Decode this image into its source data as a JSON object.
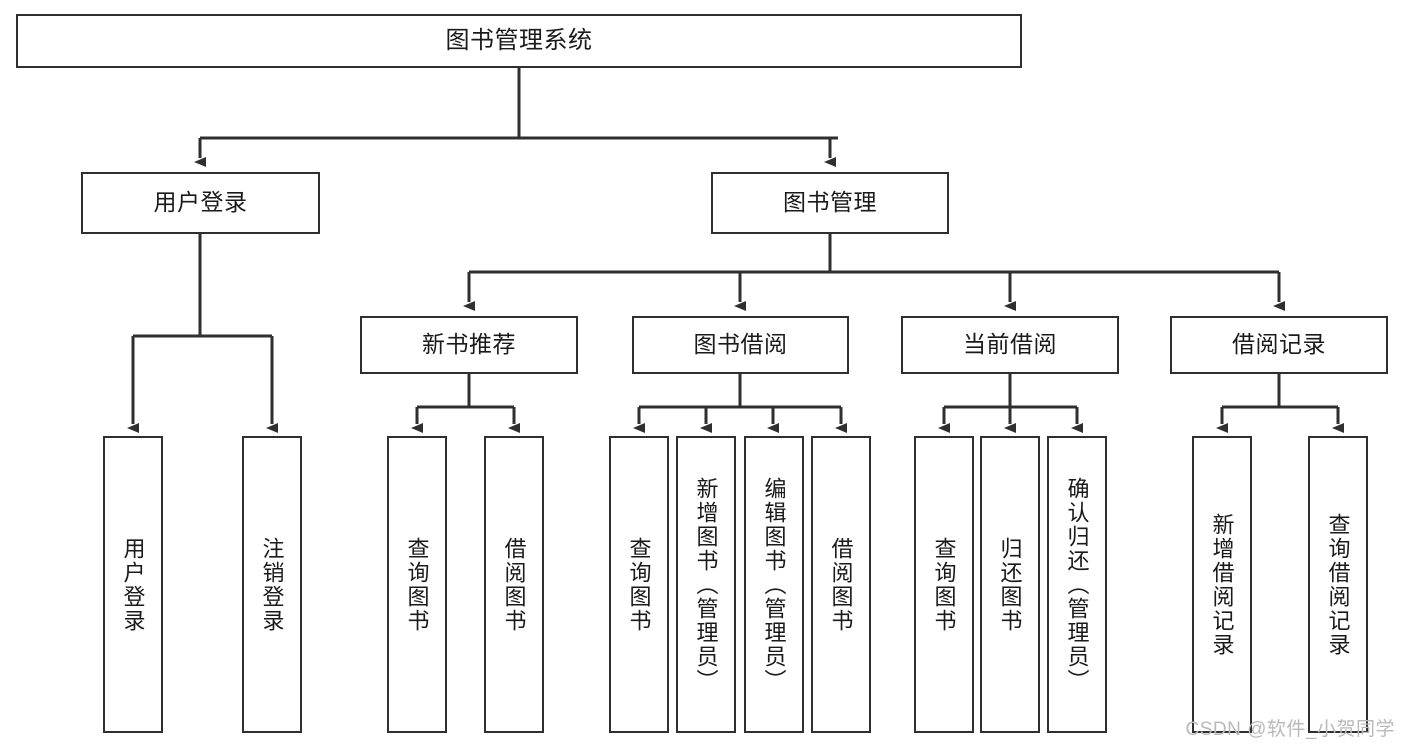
{
  "diagram": {
    "title": "图书管理系统",
    "type": "tree-hierarchy",
    "watermark": "CSDN @软件_小贺同学",
    "colors": {
      "stroke": "#2f2f2f",
      "fill": "#ffffff",
      "text": "#1a1a1a",
      "watermark": "#b9b9b9"
    },
    "root": {
      "label": "图书管理系统"
    },
    "level2": [
      {
        "id": "user-login",
        "label": "用户登录"
      },
      {
        "id": "book-manage",
        "label": "图书管理"
      }
    ],
    "level3": [
      {
        "id": "new-book-rec",
        "label": "新书推荐"
      },
      {
        "id": "book-borrow",
        "label": "图书借阅"
      },
      {
        "id": "current-borrow",
        "label": "当前借阅"
      },
      {
        "id": "borrow-record",
        "label": "借阅记录"
      }
    ],
    "leaves": {
      "user_login": [
        {
          "id": "leaf-user-login",
          "label": "用户登录"
        },
        {
          "id": "leaf-logout",
          "label": "注销登录"
        }
      ],
      "new_book_rec": [
        {
          "id": "leaf-query-book-1",
          "label": "查询图书"
        },
        {
          "id": "leaf-borrow-book-1",
          "label": "借阅图书"
        }
      ],
      "book_borrow": [
        {
          "id": "leaf-query-book-2",
          "label": "查询图书"
        },
        {
          "id": "leaf-add-book",
          "label": "新增图书（管理员）"
        },
        {
          "id": "leaf-edit-book",
          "label": "编辑图书（管理员）"
        },
        {
          "id": "leaf-borrow-book-2",
          "label": "借阅图书"
        }
      ],
      "current_borrow": [
        {
          "id": "leaf-query-book-3",
          "label": "查询图书"
        },
        {
          "id": "leaf-return-book",
          "label": "归还图书"
        },
        {
          "id": "leaf-confirm-return",
          "label": "确认归还（管理员）"
        }
      ],
      "borrow_record": [
        {
          "id": "leaf-add-record",
          "label": "新增借阅记录"
        },
        {
          "id": "leaf-query-record",
          "label": "查询借阅记录"
        }
      ]
    }
  }
}
